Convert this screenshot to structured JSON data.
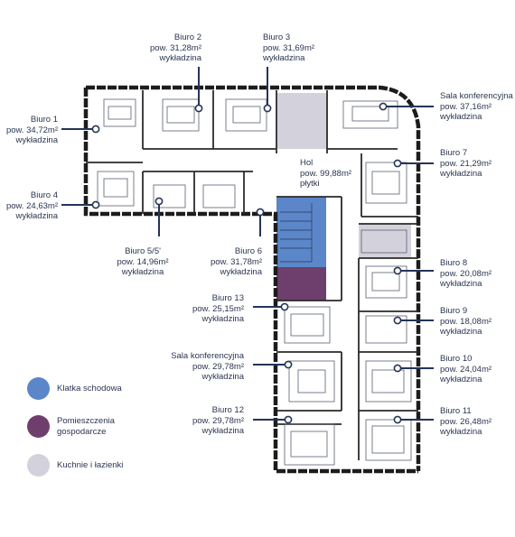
{
  "rooms": [
    {
      "id": "biuro1",
      "name": "Biuro 1",
      "area": "pow. 34,72m²",
      "floor": "wykładzina"
    },
    {
      "id": "biuro2",
      "name": "Biuro 2",
      "area": "pow. 31,28m²",
      "floor": "wykładzina"
    },
    {
      "id": "biuro3",
      "name": "Biuro 3",
      "area": "pow. 31,69m²",
      "floor": "wykładzina"
    },
    {
      "id": "sala1",
      "name": "Sala konferencyjna",
      "area": "pow. 37,16m²",
      "floor": "wykładzina"
    },
    {
      "id": "biuro7",
      "name": "Biuro 7",
      "area": "pow. 21,29m²",
      "floor": "wykładzina"
    },
    {
      "id": "hol",
      "name": "Hol",
      "area": "pow. 99,88m²",
      "floor": "płytki"
    },
    {
      "id": "biuro4",
      "name": "Biuro 4",
      "area": "pow. 24,63m²",
      "floor": "wykładzina"
    },
    {
      "id": "biuro55",
      "name": "Biuro 5/5'",
      "area": "pow. 14,96m²",
      "floor": "wykładzina"
    },
    {
      "id": "biuro6",
      "name": "Biuro 6",
      "area": "pow. 31,78m²",
      "floor": "wykładzina"
    },
    {
      "id": "biuro8",
      "name": "Biuro 8",
      "area": "pow. 20,08m²",
      "floor": "wykładzina"
    },
    {
      "id": "biuro13",
      "name": "Biuro 13",
      "area": "pow. 25,15m²",
      "floor": "wykładzina"
    },
    {
      "id": "biuro9",
      "name": "Biuro 9",
      "area": "pow. 18,08m²",
      "floor": "wykładzina"
    },
    {
      "id": "sala2",
      "name": "Sala konferencyjna",
      "area": "pow. 29,78m²",
      "floor": "wykładzina"
    },
    {
      "id": "biuro10",
      "name": "Biuro 10",
      "area": "pow. 24,04m²",
      "floor": "wykładzina"
    },
    {
      "id": "biuro12",
      "name": "Biuro 12",
      "area": "pow. 29,78m²",
      "floor": "wykładzina"
    },
    {
      "id": "biuro11",
      "name": "Biuro 11",
      "area": "pow. 26,48m²",
      "floor": "wykładzina"
    }
  ],
  "legend": [
    {
      "label": "Klatka schodowa",
      "color": "#5b86c9"
    },
    {
      "label": "Pomieszczenia gospodarcze",
      "color": "#6e3f6c"
    },
    {
      "label": "Kuchnie i łazienki",
      "color": "#d3d2dc"
    }
  ],
  "colors": {
    "wall": "#2a2a2a",
    "marker": "#253458",
    "stair": "#5b86c9",
    "utility": "#6e3f6c",
    "kitchen": "#d3d2dc"
  }
}
